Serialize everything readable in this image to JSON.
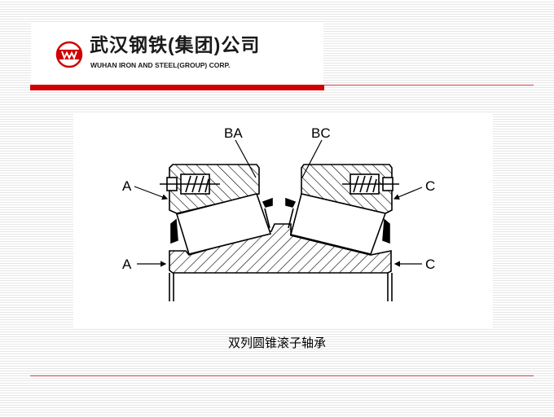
{
  "header": {
    "company_cn": "武汉钢铁(集团)公司",
    "company_en": "WUHAN IRON AND STEEL(GROUP) CORP.",
    "logo_letter": "W",
    "accent": "#d00000"
  },
  "diagram": {
    "labels": {
      "ba": "BA",
      "bc": "BC",
      "a_top": "A",
      "a_bottom": "A",
      "c_top": "C",
      "c_bottom": "C"
    }
  },
  "caption": "双列圆锥滚子轴承"
}
